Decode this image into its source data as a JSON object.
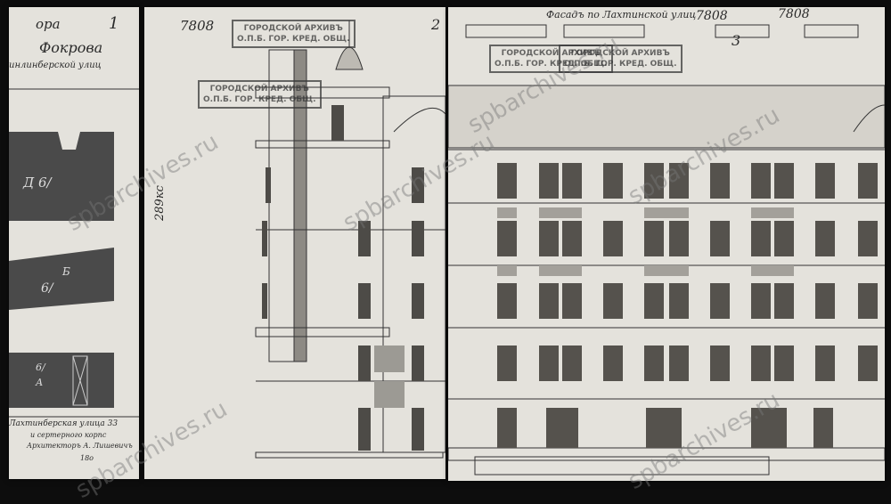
{
  "sheet_numbers": {
    "left": "1",
    "main": "7808",
    "right_a": "7808",
    "right_b": "7808"
  },
  "facade_caption": "Фасадъ по Лахтинской улиц",
  "section_mark_2": "2",
  "section_mark_3": "3",
  "margin_note": "289кс",
  "left_header_lines": [
    "ора",
    "Фокрова",
    "инлинберской улиц"
  ],
  "left_labels": {
    "d1": "Д 6/",
    "d2": "Б",
    "d3": "6/",
    "d4": "А",
    "d5": "6/"
  },
  "left_caption_lines": [
    "Лахтинберская улица 33",
    "и сертерного корпс",
    "Архитекторъ А. Лишевичъ",
    "18о"
  ],
  "stamps": [
    {
      "line1": "ГОРОДСКОЙ АРХИВЪ",
      "line2": "О.П.Б. ГОР. КРЕД. ОБЩ."
    },
    {
      "line1": "ГОРОДСКОЙ АРХИВЪ",
      "line2": "О.П.Б. ГОР. КРЕД. ОБЩ."
    },
    {
      "line1": "ГОРОДСКОЙ АРХИВЪ",
      "line2": "О.П.Б. ГОР. КРЕД. ОБЩ."
    },
    {
      "line1": "ГОРОДСКОЙ АРХИВЪ",
      "line2": "О.П.Б. ГОР. КРЕД. ОБЩ."
    }
  ],
  "watermark": "spbarchives.ru",
  "colors": {
    "paper": "#e4e2dc",
    "ink": "#2a2a2a",
    "background": "#0d0d0d"
  }
}
